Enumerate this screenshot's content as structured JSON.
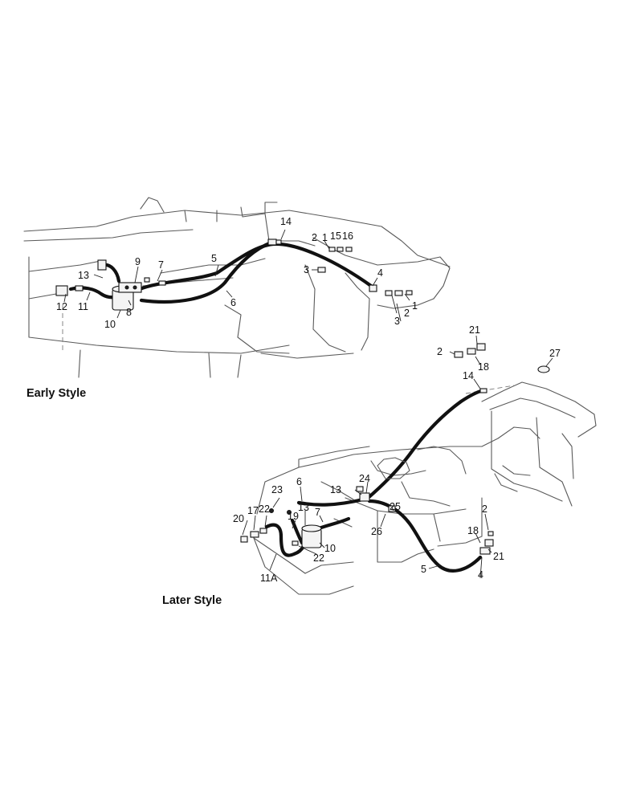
{
  "sections": {
    "early": {
      "title": "Early Style"
    },
    "later": {
      "title": "Later Style"
    }
  },
  "callouts": {
    "early": {
      "c1a": "1",
      "c1b": "1",
      "c2a": "2",
      "c2b": "2",
      "c3a": "3",
      "c3b": "3",
      "c4": "4",
      "c5": "5",
      "c6": "6",
      "c7": "7",
      "c8": "8",
      "c9": "9",
      "c10": "10",
      "c11": "11",
      "c12": "12",
      "c13": "13",
      "c14": "14",
      "c15": "15",
      "c16": "16"
    },
    "later": {
      "c2a": "2",
      "c2b": "2",
      "c4": "4",
      "c5": "5",
      "c6": "6",
      "c7": "7",
      "c10": "10",
      "c11a": "11A",
      "c13a": "13",
      "c13b": "13",
      "c14": "14",
      "c17": "17",
      "c18a": "18",
      "c18b": "18",
      "c19": "19",
      "c20": "20",
      "c21a": "21",
      "c21b": "21",
      "c22a": "22",
      "c22b": "22",
      "c23": "23",
      "c24": "24",
      "c25": "25",
      "c26": "26",
      "c27": "27"
    }
  }
}
